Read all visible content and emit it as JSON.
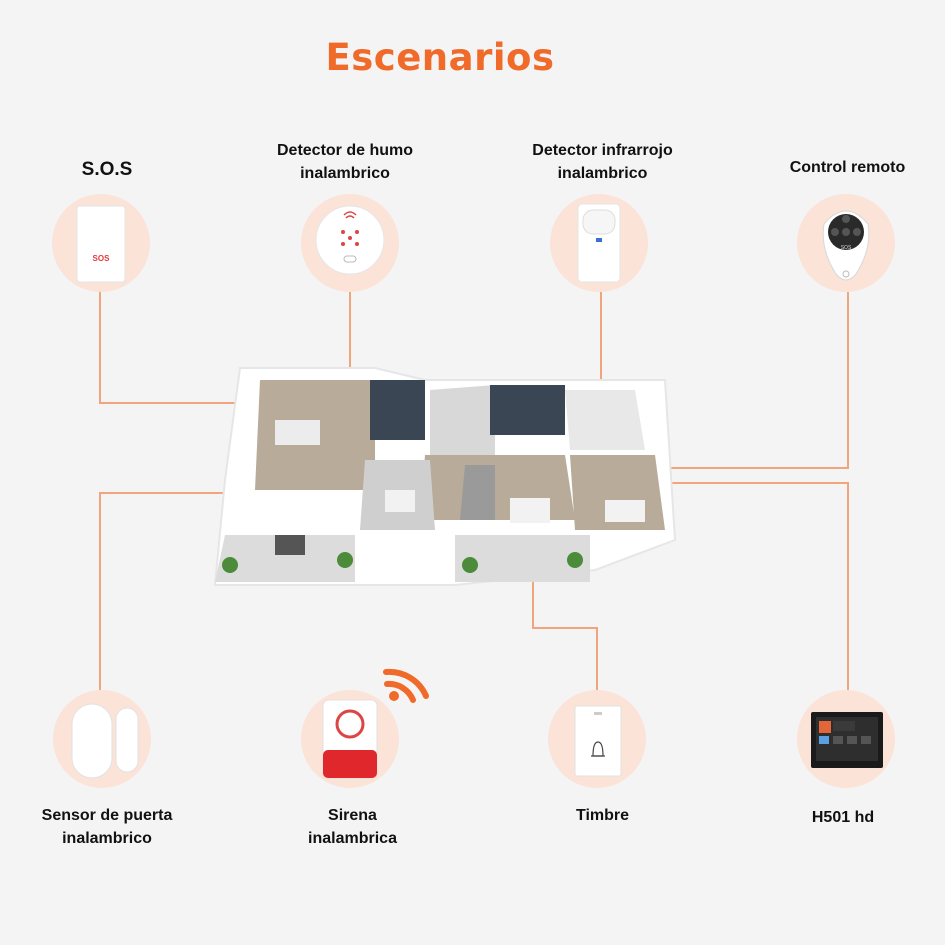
{
  "title": "Escenarios",
  "colors": {
    "accent": "#f06a2a",
    "connector": "#f0a57c",
    "circle": "#fbe3d8"
  },
  "devices": {
    "sos": {
      "label": "S.O.S",
      "device_text": "SOS",
      "icon": "sos-button-icon"
    },
    "smoke": {
      "label_line1": "Detector de humo",
      "label_line2": "inalambrico",
      "icon": "smoke-detector-icon"
    },
    "pir": {
      "label_line1": "Detector infrarrojo",
      "label_line2": "inalambrico",
      "icon": "motion-sensor-icon"
    },
    "remote": {
      "label": "Control remoto",
      "device_text": "SOS",
      "icon": "remote-control-icon"
    },
    "door": {
      "label_line1": "Sensor de puerta",
      "label_line2": "inalambrico",
      "icon": "door-sensor-icon"
    },
    "siren": {
      "label_line1": "Sirena",
      "label_line2": "inalambrica",
      "icon": "siren-icon"
    },
    "doorbell": {
      "label": "Timbre",
      "icon": "doorbell-icon"
    },
    "panel": {
      "label": "H501 hd",
      "icon": "alarm-panel-icon"
    }
  },
  "floorplan": {
    "icon": "apartment-floorplan-illustration"
  }
}
